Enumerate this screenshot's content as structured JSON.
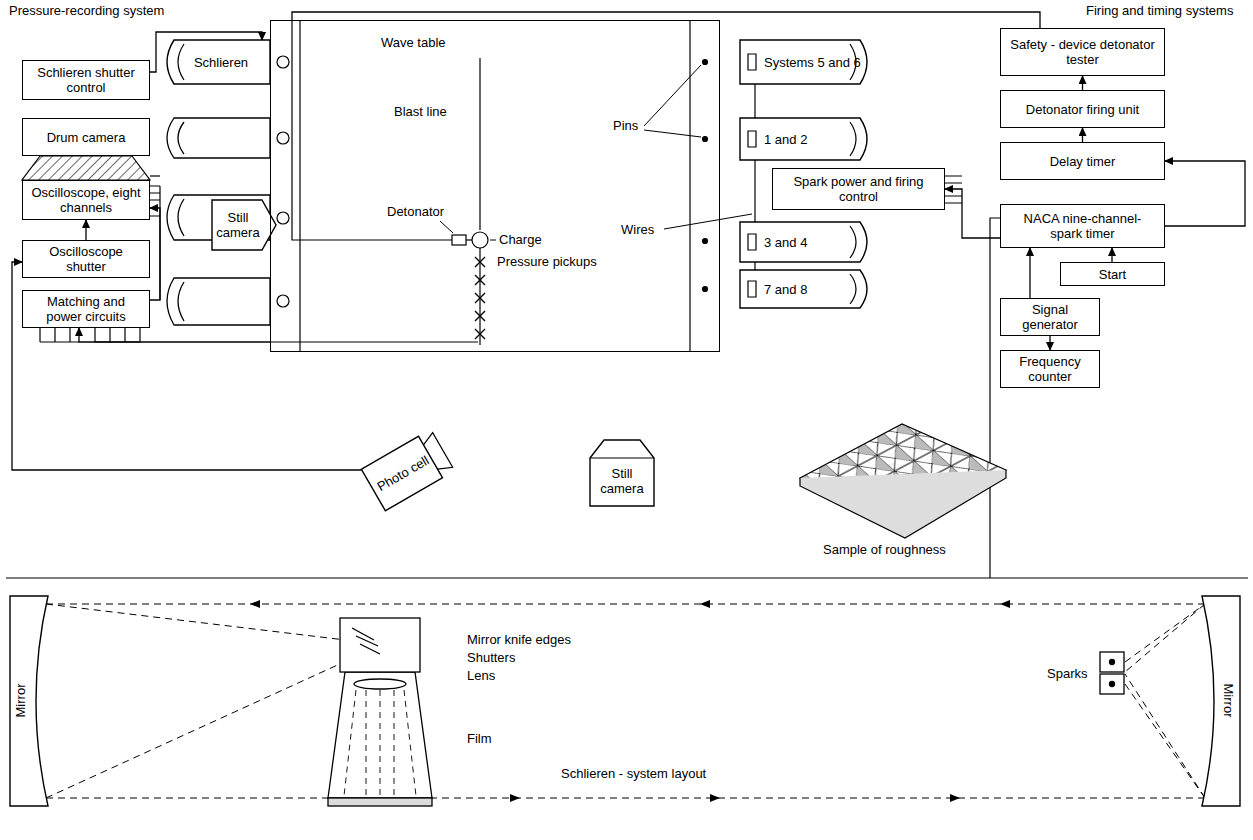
{
  "diagram": {
    "nodes": [
      {
        "text": [
          "Schlieren shutter control"
        ]
      },
      {
        "text": [
          "Drum camera"
        ]
      },
      {
        "text": [
          "Oscilloscope, eight channels"
        ]
      },
      {
        "text": [
          "Oscilloscope shutter"
        ]
      },
      {
        "text": [
          "Matching and power circuits"
        ]
      },
      {
        "text": [
          "Schlieren"
        ]
      },
      {
        "text": [
          "Still camera"
        ]
      },
      {
        "text": [
          "Wave table"
        ]
      },
      {
        "text": [
          "Systems 5 and 6"
        ]
      },
      {
        "text": [
          "1 and 2"
        ]
      },
      {
        "text": [
          "Spark power and firing control"
        ]
      },
      {
        "text": [
          "3 and 4"
        ]
      },
      {
        "text": [
          "7 and 8"
        ]
      },
      {
        "text": [
          "Safety - device detonator tester"
        ]
      },
      {
        "text": [
          "Detonator firing unit"
        ]
      },
      {
        "text": [
          "Delay timer"
        ]
      },
      {
        "text": [
          "NACA nine-channel- spark timer"
        ]
      },
      {
        "text": [
          "Start"
        ]
      },
      {
        "text": [
          "Signal generator"
        ]
      },
      {
        "text": [
          "Frequency counter"
        ]
      },
      {
        "text": [
          "Photo cell"
        ]
      },
      {
        "text": [
          "Still camera"
        ]
      },
      {
        "text": [
          "Mirror"
        ]
      },
      {
        "text": [
          "Mirror"
        ]
      }
    ],
    "edges": [
      {
        "from": 0,
        "to": 5,
        "arrow": "to"
      },
      {
        "from": 3,
        "to": 2,
        "arrow": "to"
      },
      {
        "from": 4,
        "to": 2,
        "arrow": "to"
      },
      {
        "from": 7,
        "to": 4,
        "arrow": "to"
      },
      {
        "from": 20,
        "to": 3,
        "arrow": "to"
      },
      {
        "from": 13,
        "to": 7,
        "arrow": "none"
      },
      {
        "from": 14,
        "to": 13,
        "arrow": "to"
      },
      {
        "from": 15,
        "to": 14,
        "arrow": "to"
      },
      {
        "from": 16,
        "to": 15,
        "arrow": "to"
      },
      {
        "from": 17,
        "to": 16,
        "arrow": "to"
      },
      {
        "from": 18,
        "to": 16,
        "arrow": "to"
      },
      {
        "from": 18,
        "to": 19,
        "arrow": "to"
      },
      {
        "from": 16,
        "to": 10,
        "arrow": "to"
      }
    ],
    "labels": [
      "Pressure-recording system",
      "Firing and timing systems",
      "Blast line",
      "Detonator",
      "Charge",
      "Pressure pickups",
      "Pins",
      "Wires",
      "Sample of roughness",
      "Sparks",
      "Mirror knife edges",
      "Shutters",
      "Lens",
      "Film",
      "Schlieren - system layout"
    ]
  }
}
